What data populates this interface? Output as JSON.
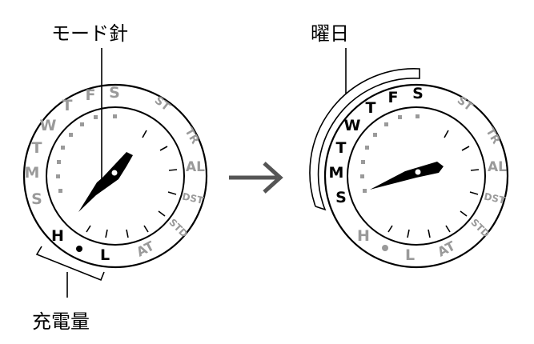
{
  "captions": {
    "mode_hand": "モード針",
    "weekday": "曜日",
    "charge": "充電量"
  },
  "left_dial": {
    "ring_letters": {
      "weekdays": [
        "S",
        "M",
        "T",
        "W",
        "T",
        "F",
        "S"
      ],
      "modes": [
        "ST",
        "TR",
        "AL",
        "DST",
        "STD",
        "AT"
      ],
      "charge": [
        "H",
        "L"
      ]
    },
    "highlight": "charge"
  },
  "right_dial": {
    "ring_letters": {
      "weekdays": [
        "S",
        "M",
        "T",
        "W",
        "T",
        "F",
        "S"
      ],
      "modes": [
        "ST",
        "TR",
        "AL",
        "DST",
        "STD",
        "AT"
      ],
      "charge": [
        "H",
        "L"
      ]
    },
    "highlight": "weekdays"
  },
  "colors": {
    "active": "#000000",
    "inactive": "#9a9a9a",
    "arrow": "#555555"
  },
  "icons": {
    "arrow": "right-arrow-icon",
    "charge_dot": "dot-icon"
  }
}
